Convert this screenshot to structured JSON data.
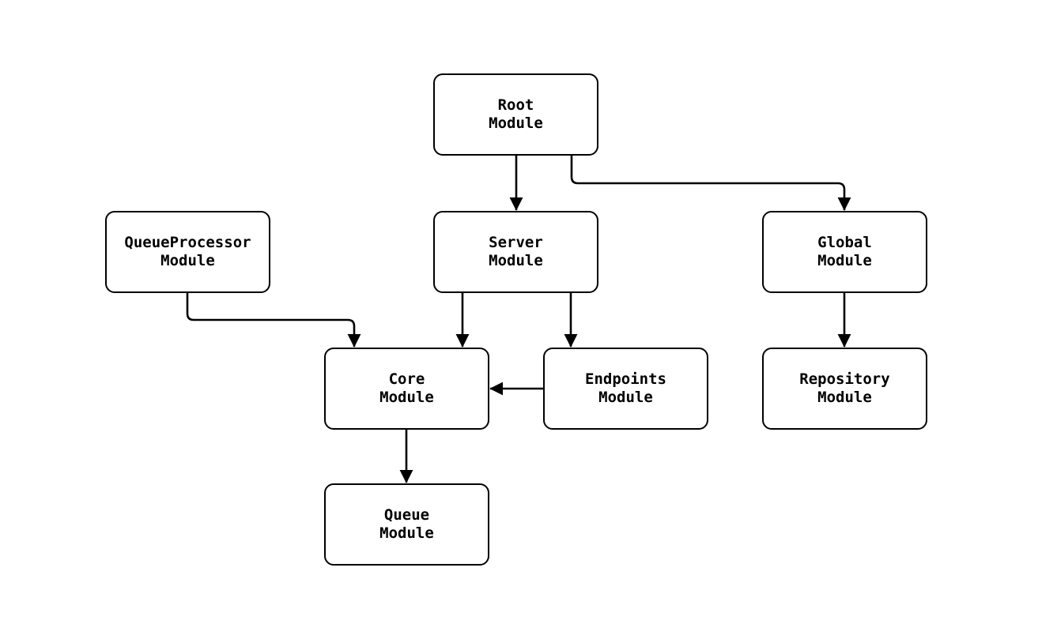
{
  "diagram": {
    "type": "module-dependency-diagram",
    "nodes": {
      "root": {
        "line1": "Root",
        "line2": "Module"
      },
      "queueprocessor": {
        "line1": "QueueProcessor",
        "line2": "Module"
      },
      "server": {
        "line1": "Server",
        "line2": "Module"
      },
      "global": {
        "line1": "Global",
        "line2": "Module"
      },
      "core": {
        "line1": "Core",
        "line2": "Module"
      },
      "endpoints": {
        "line1": "Endpoints",
        "line2": "Module"
      },
      "repository": {
        "line1": "Repository",
        "line2": "Module"
      },
      "queue": {
        "line1": "Queue",
        "line2": "Module"
      }
    },
    "edges": [
      {
        "from": "root",
        "to": "server"
      },
      {
        "from": "root",
        "to": "global"
      },
      {
        "from": "queueprocessor",
        "to": "core"
      },
      {
        "from": "server",
        "to": "core"
      },
      {
        "from": "server",
        "to": "endpoints"
      },
      {
        "from": "endpoints",
        "to": "core"
      },
      {
        "from": "global",
        "to": "repository"
      },
      {
        "from": "core",
        "to": "queue"
      }
    ]
  },
  "colors": {
    "background": "#ffffff",
    "node_fill": "#ffffff",
    "stroke": "#000000",
    "text": "#000000"
  }
}
